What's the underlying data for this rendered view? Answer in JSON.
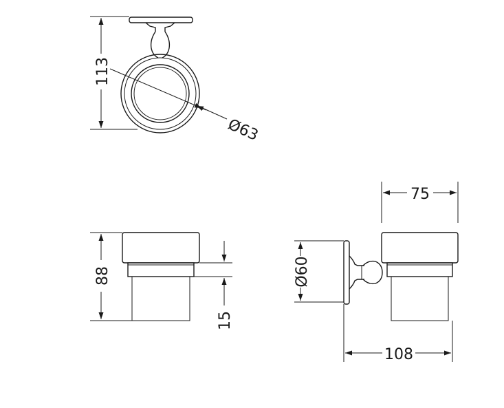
{
  "dimensions": {
    "top_height": "113",
    "top_ring_diameter": "Ø63",
    "front_height": "88",
    "front_band": "15",
    "side_width_top": "75",
    "side_cup_diameter": "Ø60",
    "side_total_depth": "108"
  }
}
